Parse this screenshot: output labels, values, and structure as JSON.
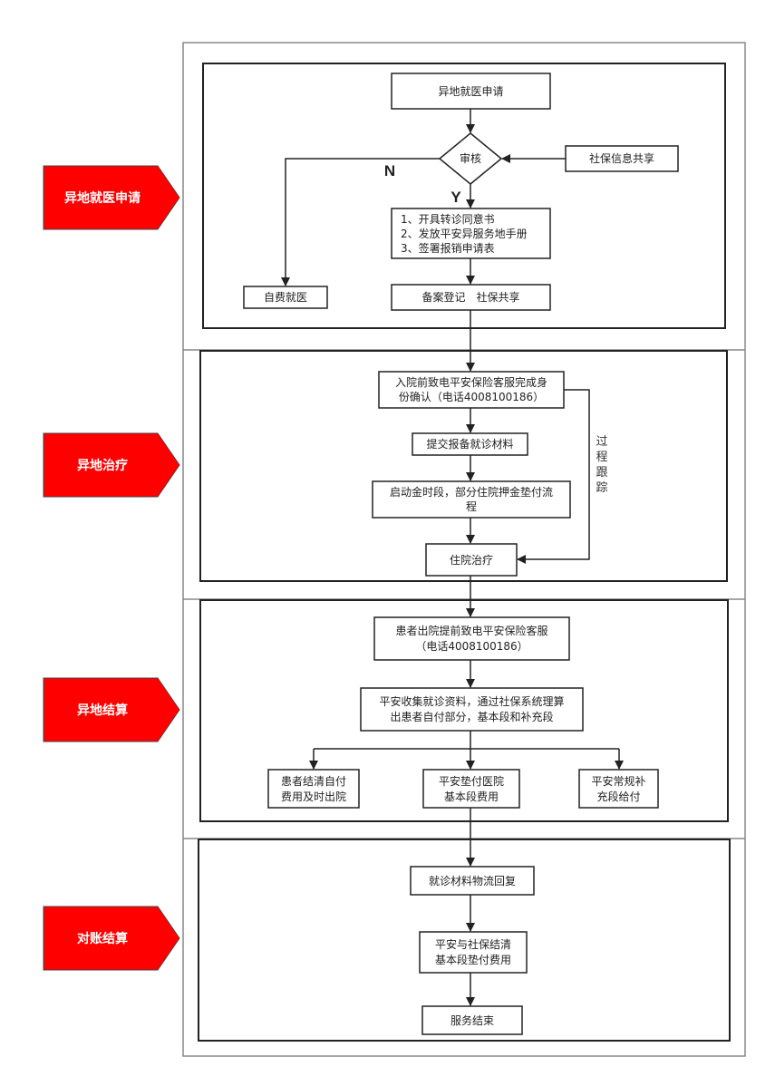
{
  "colors": {
    "accent": "#ff0000",
    "line": "#222222",
    "frame": "#888888"
  },
  "stages": [
    {
      "label": "异地就医申请"
    },
    {
      "label": "异地治疗"
    },
    {
      "label": "异地结算"
    },
    {
      "label": "对账结算"
    }
  ],
  "application": {
    "apply": "异地就医申请",
    "review": "审核",
    "social_share": "社保信息共享",
    "no_label": "N",
    "yes_label": "Y",
    "steps": [
      "1、开具转诊同意书",
      "2、发放平安异服务地手册",
      "3、签署报销申请表"
    ],
    "self_pay": "自费就医",
    "filing": "备案登记　社保共享"
  },
  "treatment": {
    "confirm": [
      "入院前致电平安保险客服完成身",
      "份确认（电话4008100186）"
    ],
    "submit": "提交报备就诊材料",
    "deposit": [
      "启动金时段，部分住院押金垫付流",
      "程"
    ],
    "hospital": "住院治疗",
    "tracking": [
      "过",
      "程",
      "跟",
      "踪"
    ]
  },
  "settlement": {
    "discharge": [
      "患者出院提前致电平安保险客服",
      "（电话4008100186）"
    ],
    "collect": [
      "平安收集就诊资料，通过社保系统理算",
      "出患者自付部分，基本段和补充段"
    ],
    "patient_pay": [
      "患者结清自付",
      "费用及时出院"
    ],
    "pingan_basic": [
      "平安垫付医院",
      "基本段费用"
    ],
    "pingan_supp": [
      "平安常规补",
      "充段给付"
    ]
  },
  "reconciliation": {
    "logistics": "就诊材料物流回复",
    "clear": [
      "平安与社保结清",
      "基本段垫付费用"
    ],
    "end": "服务结束"
  }
}
